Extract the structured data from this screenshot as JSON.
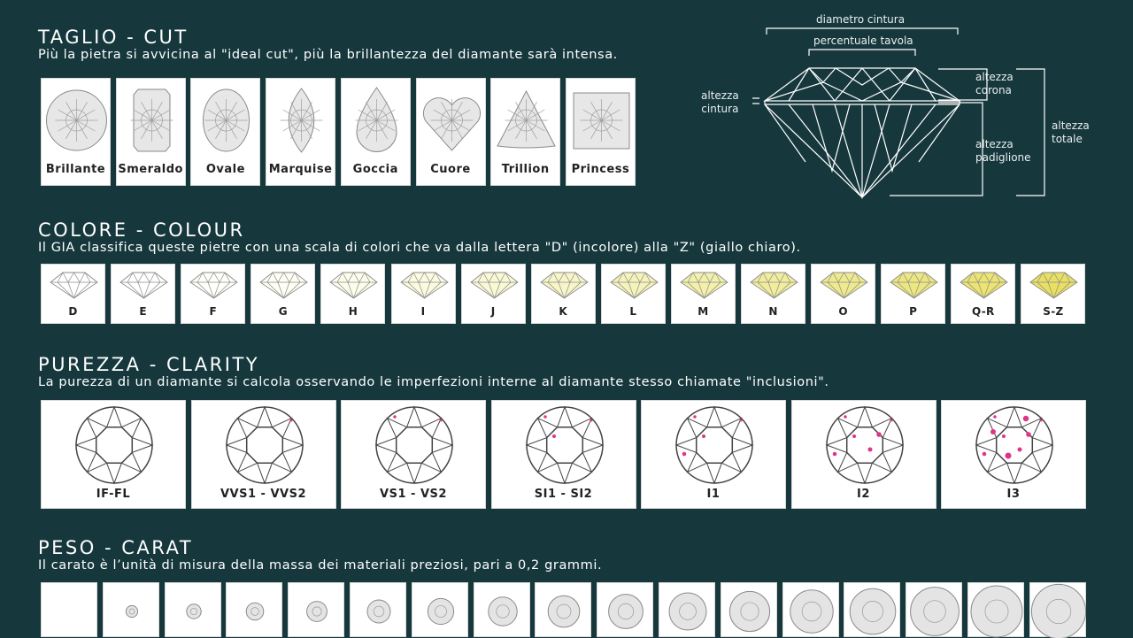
{
  "sections": {
    "cut": {
      "title": "TAGLIO - CUT",
      "subtitle": "Più la pietra si avvicina al \"ideal cut\", più la brillantezza del diamante sarà intensa.",
      "shapes": [
        {
          "label": "Brillante",
          "icon": "round-diamond-icon"
        },
        {
          "label": "Smeraldo",
          "icon": "emerald-diamond-icon"
        },
        {
          "label": "Ovale",
          "icon": "oval-diamond-icon"
        },
        {
          "label": "Marquise",
          "icon": "marquise-diamond-icon"
        },
        {
          "label": "Goccia",
          "icon": "pear-diamond-icon"
        },
        {
          "label": "Cuore",
          "icon": "heart-diamond-icon"
        },
        {
          "label": "Trillion",
          "icon": "trillion-diamond-icon"
        },
        {
          "label": "Princess",
          "icon": "princess-diamond-icon"
        }
      ]
    },
    "colour": {
      "title": "COLORE - COLOUR",
      "subtitle": "Il GIA classifica queste pietre con una scala di colori che va dalla lettera \"D\" (incolore) alla \"Z\" (giallo chiaro).",
      "grades": [
        {
          "label": "D",
          "color": "#ffffff"
        },
        {
          "label": "E",
          "color": "#ffffff"
        },
        {
          "label": "F",
          "color": "#fffffb"
        },
        {
          "label": "G",
          "color": "#fefef4"
        },
        {
          "label": "H",
          "color": "#fdfdec"
        },
        {
          "label": "I",
          "color": "#fbfbe2"
        },
        {
          "label": "J",
          "color": "#f9f9d6"
        },
        {
          "label": "K",
          "color": "#f7f6c9"
        },
        {
          "label": "L",
          "color": "#f5f3bb"
        },
        {
          "label": "M",
          "color": "#f3f0ac"
        },
        {
          "label": "N",
          "color": "#f1ed9d"
        },
        {
          "label": "O",
          "color": "#efea8f"
        },
        {
          "label": "P",
          "color": "#ede781"
        },
        {
          "label": "Q-R",
          "color": "#ebe472"
        },
        {
          "label": "S-Z",
          "color": "#e9e063"
        }
      ]
    },
    "clarity": {
      "title": "PUREZZA - CLARITY",
      "subtitle": "La purezza di un diamante si calcola osservando le imperfezioni interne al diamante stesso chiamate \"inclusioni\".",
      "grades": [
        {
          "label": "IF-FL",
          "inclusions": 0
        },
        {
          "label": "VVS1 - VVS2",
          "inclusions": 1
        },
        {
          "label": "VS1 - VS2",
          "inclusions": 2
        },
        {
          "label": "SI1 - SI2",
          "inclusions": 3
        },
        {
          "label": "I1",
          "inclusions": 4
        },
        {
          "label": "I2",
          "inclusions": 6
        },
        {
          "label": "I3",
          "inclusions": 9
        }
      ],
      "inclusion_color": "#e0338a"
    },
    "carat": {
      "title": "PESO - CARAT",
      "subtitle": "Il carato è l’unità di misura della massa dei materiali preziosi, pari a 0,2 grammi."
    }
  },
  "diagram": {
    "diametro_cintura": "diametro cintura",
    "percentuale_tavola": "percentuale tavola",
    "altezza_cintura": "altezza\ncintura",
    "altezza_corona": "altezza\ncorona",
    "altezza_padiglione": "altezza\npadiglione",
    "altezza_totale": "altezza\ntotale"
  }
}
